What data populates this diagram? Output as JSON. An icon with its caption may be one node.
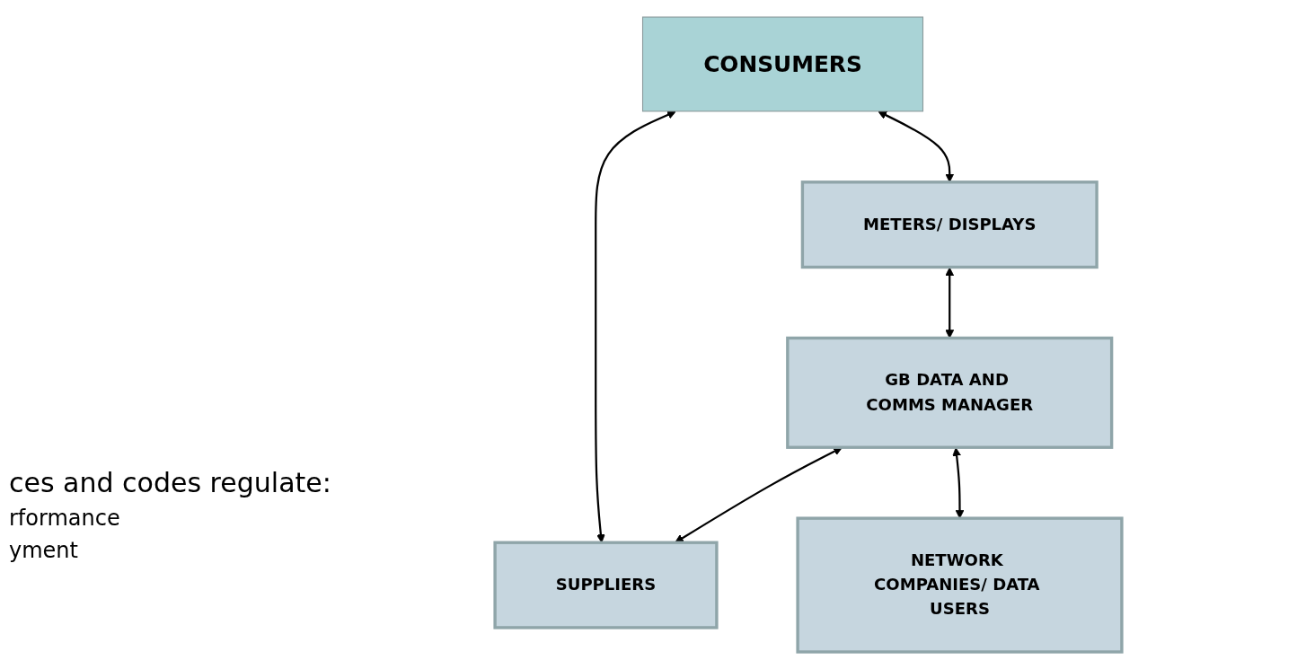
{
  "diagram": {
    "nodes": [
      {
        "text": [
          "CONSUMERS"
        ]
      },
      {
        "text": [
          "METERS/ DISPLAYS"
        ]
      },
      {
        "text": [
          "GB DATA AND COMMS MANAGER"
        ]
      },
      {
        "text": [
          "SUPPLIERS"
        ]
      },
      {
        "text": [
          "NETWORK COMPANIES/ DATA USERS"
        ]
      }
    ],
    "edges": [
      {
        "from": 0,
        "to": 1,
        "arrow": "both"
      },
      {
        "from": 1,
        "to": 2,
        "arrow": "both"
      },
      {
        "from": 2,
        "to": 3,
        "arrow": "both"
      },
      {
        "from": 0,
        "to": 3,
        "arrow": "both"
      },
      {
        "from": 2,
        "to": 4,
        "arrow": "both"
      }
    ],
    "labels": [
      "ces and codes regulate:",
      "rformance",
      "yment"
    ]
  }
}
